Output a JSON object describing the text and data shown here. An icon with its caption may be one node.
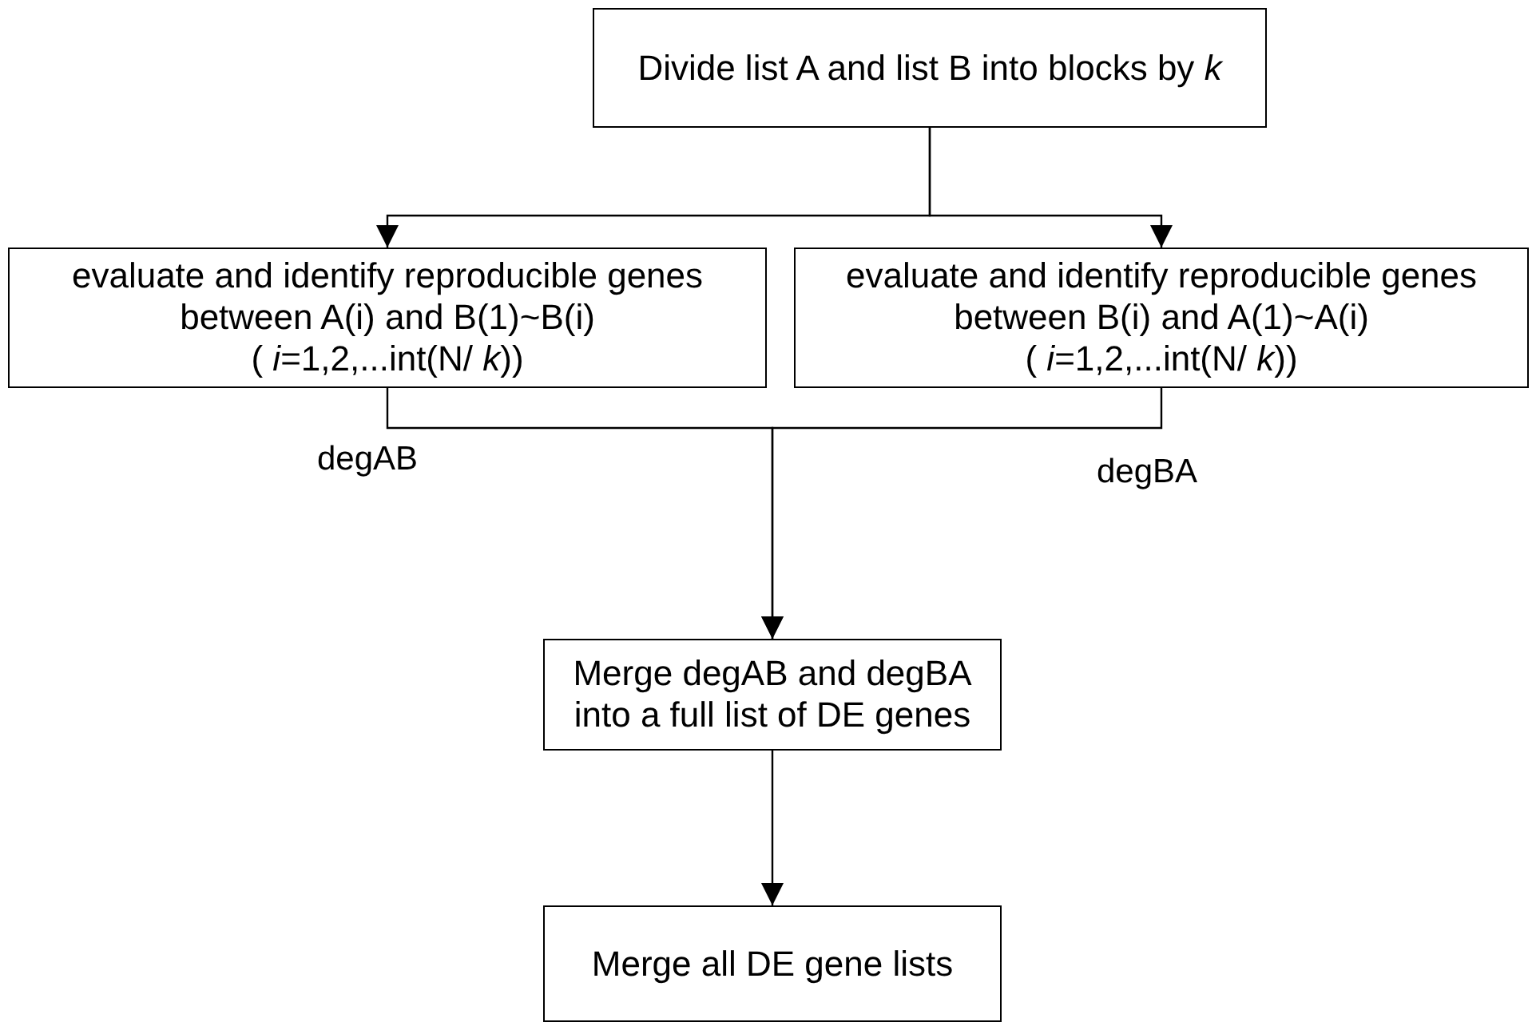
{
  "diagram": {
    "nodes": [
      {
        "text": [
          "Divide list A and list B into  blocks by *k*"
        ]
      },
      {
        "text": [
          "evaluate and identify reproducible genes between A(i) and B(1)~B(i)",
          "( *i*=1,2,...int(N/ *k*))"
        ]
      },
      {
        "text": [
          "evaluate and identify reproducible genes between B(i) and A(1)~A(i)",
          "( *i*=1,2,...int(N/ *k*))"
        ]
      },
      {
        "text": [
          "Merge degAB and degBA into a full list of DE genes"
        ]
      },
      {
        "text": [
          "Merge  all DE gene lists"
        ]
      }
    ],
    "edges": [
      {
        "from": 0,
        "to": 1,
        "arrow": "to"
      },
      {
        "from": 0,
        "to": 2,
        "arrow": "to"
      },
      {
        "from": 1,
        "to": 3,
        "arrow": "to",
        "label": "degAB"
      },
      {
        "from": 2,
        "to": 3,
        "arrow": "to",
        "label": "degBA"
      },
      {
        "from": 3,
        "to": 4,
        "arrow": "to"
      }
    ]
  }
}
